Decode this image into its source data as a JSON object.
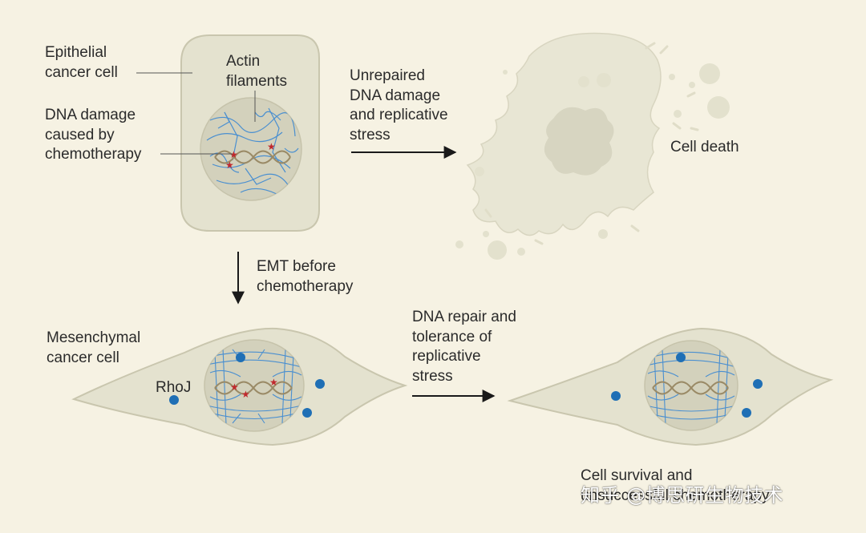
{
  "labels": {
    "epithelial_cancer_cell": [
      "Epithelial",
      "cancer cell"
    ],
    "actin_filaments": [
      "Actin",
      "filaments"
    ],
    "dna_damage": [
      "DNA damage",
      "caused by",
      "chemotherapy"
    ],
    "unrepaired": [
      "Unrepaired",
      "DNA damage",
      "and replicative",
      "stress"
    ],
    "cell_death": [
      "Cell death"
    ],
    "emt": [
      "EMT before",
      "chemotherapy"
    ],
    "mesenchymal_cancer_cell": [
      "Mesenchymal",
      "cancer cell"
    ],
    "rhoj": [
      "RhoJ"
    ],
    "dna_repair": [
      "DNA repair and",
      "tolerance of",
      "replicative",
      "stress"
    ],
    "cell_survival": [
      "Cell survival and",
      "unsuccessful chemotherapy"
    ]
  },
  "watermark": "知乎 @博思研生物技术",
  "colors": {
    "background": "#f6f2e3",
    "cell_fill": "#e4e2cf",
    "cell_outline": "#c9c6ae",
    "nucleus_fill": "#d3d1bc",
    "actin": "#4a8fd0",
    "dna": "#9a8a66",
    "damage_star": "#c0282d",
    "rhoj_dot": "#1f6fb5",
    "arrow": "#1a1a1a"
  }
}
